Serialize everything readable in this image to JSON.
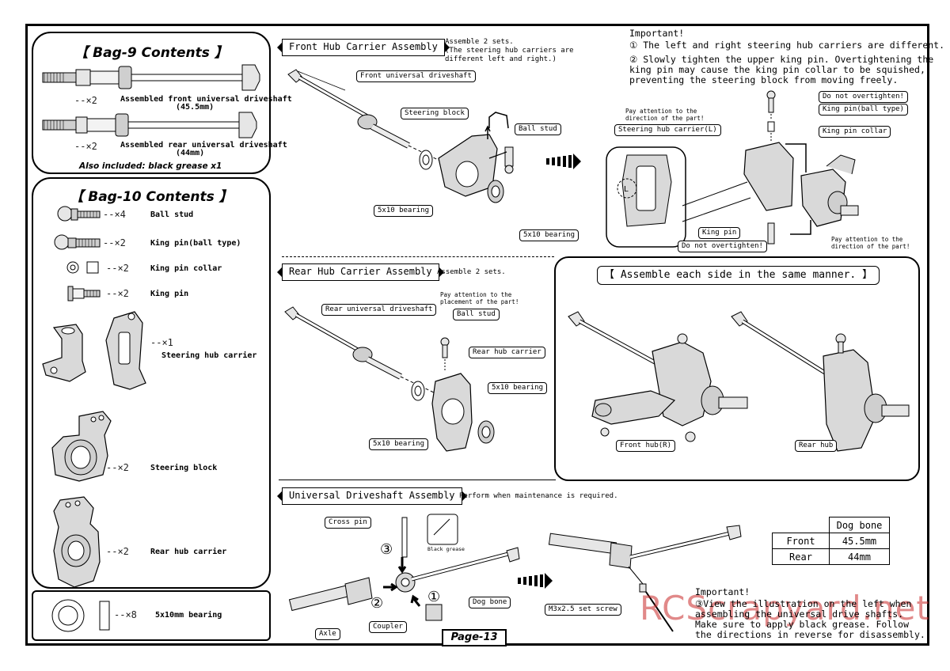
{
  "bag9": {
    "title": "【 Bag-9 Contents 】",
    "items": [
      {
        "qty": "--×2",
        "name": "Assembled front universal driveshaft",
        "size": "(45.5mm)"
      },
      {
        "qty": "--×2",
        "name": "Assembled rear universal driveshaft",
        "size": "(44mm)"
      }
    ],
    "also": "Also included: black grease x1"
  },
  "bag10": {
    "title": "【 Bag-10 Contents 】",
    "items": [
      {
        "qty": "--×4",
        "name": "Ball stud"
      },
      {
        "qty": "--×2",
        "name": "King pin(ball type)"
      },
      {
        "qty": "--×2",
        "name": "King pin collar"
      },
      {
        "qty": "--×2",
        "name": "King pin"
      },
      {
        "qty": "--×1",
        "name": "Steering hub carrier"
      },
      {
        "qty": "--×2",
        "name": "Steering block"
      },
      {
        "qty": "--×2",
        "name": "Rear hub carrier"
      }
    ]
  },
  "bearing_box": {
    "qty": "--×8",
    "name": "5x10mm bearing"
  },
  "front": {
    "title": "Front Hub Carrier Assembly",
    "note1": "Assemble 2 sets.",
    "note2": "(The steering hub carriers are",
    "note3": " different left and right.)",
    "labels": {
      "driveshaft": "Front universal driveshaft",
      "steering_block": "Steering block",
      "ball_stud": "Ball stud",
      "bearing_a": "5x10 bearing",
      "bearing_b": "5x10 bearing"
    }
  },
  "important1": {
    "heading": "Important!",
    "line1": "① The left and right steering hub carriers are different.",
    "line2": "② Slowly tighten the upper king pin.  Overtightening the",
    "line3": "   king pin may cause the king pin collar to be squished,",
    "line4": "   preventing the steering block from moving freely."
  },
  "king": {
    "do_not_top": "Do not overtighten!",
    "king_pin_ball": "King pin(ball type)",
    "king_pin_collar": "King pin collar",
    "pay_attention_a1": "Pay attention to the",
    "pay_attention_a2": "direction of the part!",
    "steering_hub_carrier": "Steering hub carrier(L)",
    "king_pin": "King pin",
    "do_not_bottom": "Do not overtighten!",
    "pay_attention_b1": "Pay attention to the",
    "pay_attention_b2": "direction of the part!",
    "l_mark": "L"
  },
  "rear": {
    "title": "Rear Hub Carrier Assembly",
    "note": "Assemble 2 sets.",
    "labels": {
      "driveshaft": "Rear universal driveshaft",
      "pay1": "Pay attention to the",
      "pay2": "placement of the part!",
      "ball_stud": "Ball stud",
      "rear_hub_carrier": "Rear hub carrier",
      "bearing_a": "5x10 bearing",
      "bearing_b": "5x10 bearing"
    }
  },
  "same_manner": {
    "title": "【 Assemble each side in the same manner. 】",
    "front_hub": "Front hub(R)",
    "rear_hub": "Rear hub"
  },
  "universal": {
    "title": "Universal Driveshaft Assembly",
    "note": "Perform when maintenance is required.",
    "labels": {
      "cross_pin": "Cross pin",
      "black_grease": "Black grease",
      "dog_bone": "Dog bone",
      "axle": "Axle",
      "coupler": "Coupler",
      "set_screw": "M3x2.5 set screw",
      "step1": "①",
      "step2": "②",
      "step3": "③"
    }
  },
  "dog_table": {
    "header": "Dog bone",
    "rows": [
      {
        "label": "Front",
        "value": "45.5mm"
      },
      {
        "label": "Rear",
        "value": "44mm"
      }
    ]
  },
  "important2": {
    "heading": "Important!",
    "line1": "③View the illustration on the left when",
    "line2": "  assembling the universal drive shafts.",
    "line3": "  Make sure to apply black grease. Follow",
    "line4": "  the directions in reverse for disassembly."
  },
  "page": "Page-13",
  "watermark": "RCScrapyard.net",
  "colors": {
    "ink": "#000000",
    "part_fill": "#d9d9d9",
    "part_dark": "#9a9a9a",
    "watermark": "#c82828"
  }
}
